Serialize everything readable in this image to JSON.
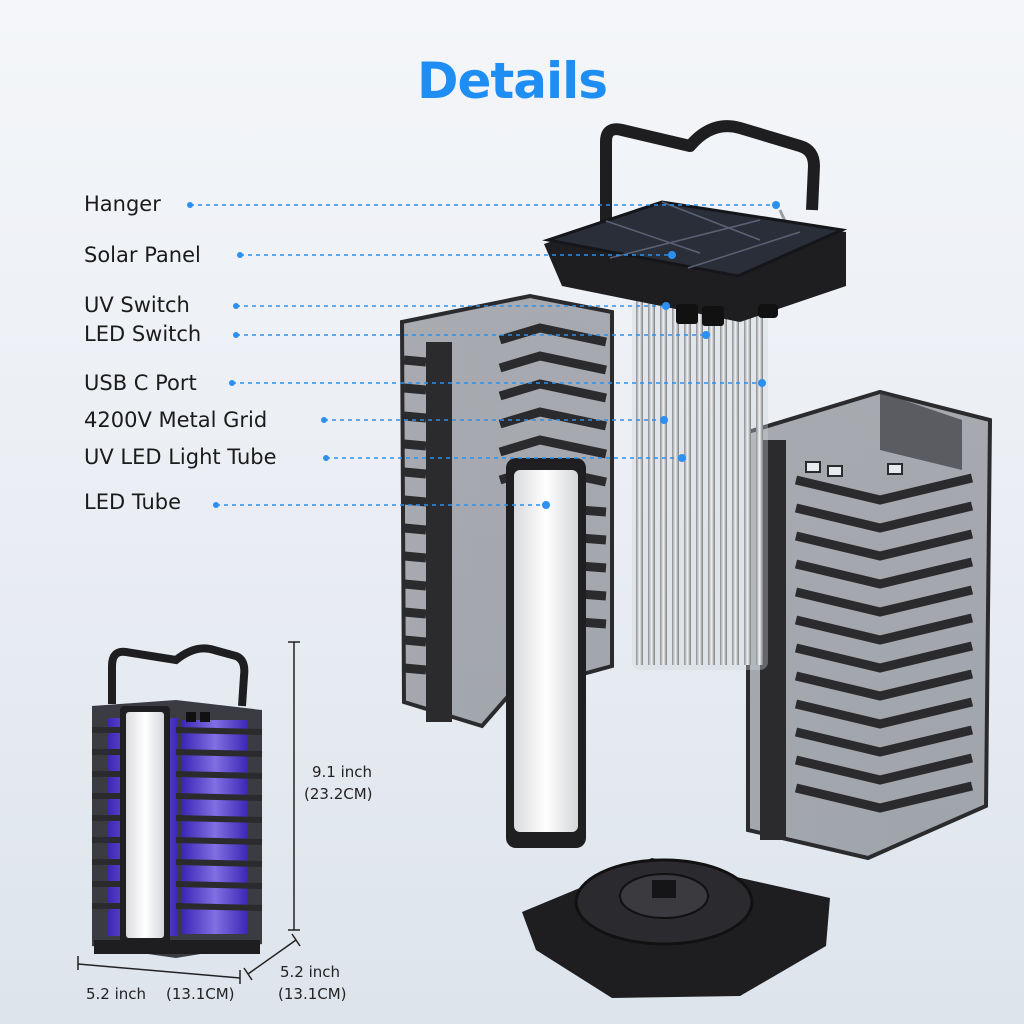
{
  "title": "Details",
  "callouts": [
    {
      "label": "Hanger"
    },
    {
      "label": "Solar Panel"
    },
    {
      "label": "UV Switch"
    },
    {
      "label": "LED Switch"
    },
    {
      "label": "USB C Port"
    },
    {
      "label": "4200V Metal Grid"
    },
    {
      "label": "UV LED Light Tube"
    },
    {
      "label": "LED Tube"
    }
  ],
  "dimensions": {
    "height_in": "9.1 inch",
    "height_cm": "(23.2CM)",
    "width_in": "5.2 inch",
    "width_cm": "(13.1CM)",
    "depth_in": "5.2 inch",
    "depth_cm": "(13.1CM)"
  },
  "colors": {
    "accent": "#1e8ef5",
    "callout_line": "#2d8ff0",
    "uv_glow": "#6a4cff",
    "device": "#2b2b2e"
  }
}
